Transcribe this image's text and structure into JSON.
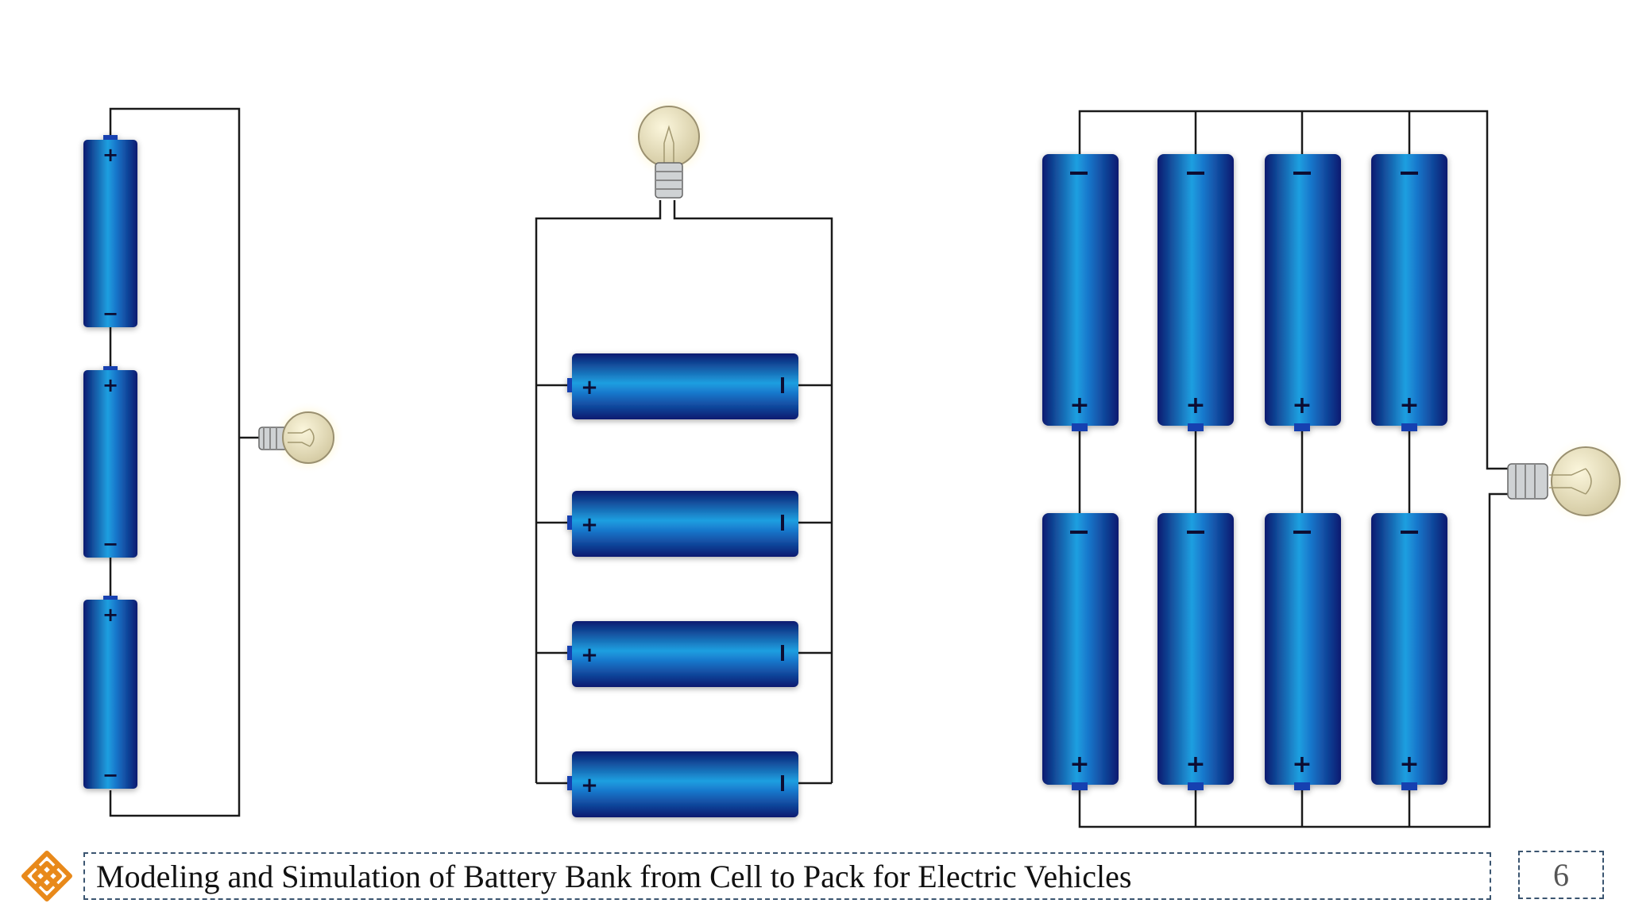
{
  "slide": {
    "title": "Modeling and Simulation of Battery Bank from Cell to Pack for Electric Vehicles",
    "page_number": "6"
  },
  "symbols": {
    "positive": "+",
    "negative": "−"
  },
  "icons": {
    "logo": "orange-knot-logo-icon",
    "bulb": "light-bulb-icon",
    "battery": "battery-cell-icon"
  },
  "colors": {
    "battery_dark": "#0a1c78",
    "battery_light": "#1f9fe0",
    "wire": "#1a1a1a",
    "logo": "#e8891a",
    "frame": "#3b5570"
  },
  "configurations": [
    {
      "name": "series",
      "cells": 3
    },
    {
      "name": "parallel",
      "cells": 4
    },
    {
      "name": "series-parallel",
      "cells": 8
    }
  ]
}
